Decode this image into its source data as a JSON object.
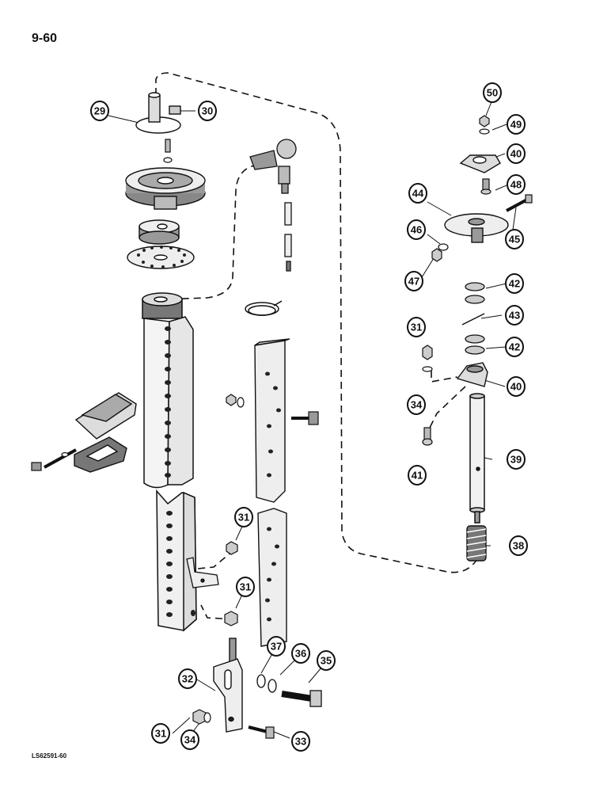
{
  "page": {
    "page_number": "9-60",
    "figure_code": "LS62591-60"
  },
  "callouts": [
    {
      "label": "29"
    },
    {
      "label": "30"
    },
    {
      "label": "50"
    },
    {
      "label": "49"
    },
    {
      "label": "40"
    },
    {
      "label": "48"
    },
    {
      "label": "44"
    },
    {
      "label": "45"
    },
    {
      "label": "46"
    },
    {
      "label": "47"
    },
    {
      "label": "42"
    },
    {
      "label": "43"
    },
    {
      "label": "31"
    },
    {
      "label": "42"
    },
    {
      "label": "40"
    },
    {
      "label": "34"
    },
    {
      "label": "39"
    },
    {
      "label": "41"
    },
    {
      "label": "38"
    },
    {
      "label": "31"
    },
    {
      "label": "31"
    },
    {
      "label": "37"
    },
    {
      "label": "36"
    },
    {
      "label": "35"
    },
    {
      "label": "32"
    },
    {
      "label": "31"
    },
    {
      "label": "34"
    },
    {
      "label": "33"
    }
  ]
}
